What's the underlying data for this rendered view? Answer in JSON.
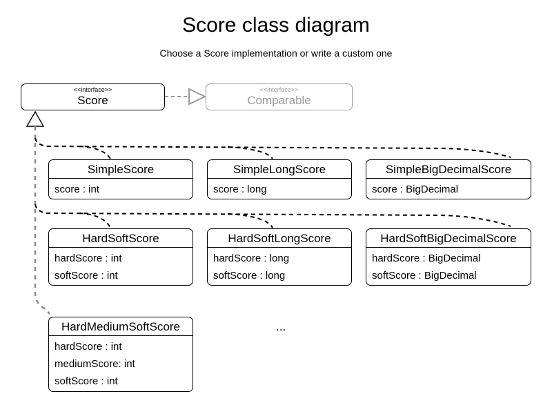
{
  "title": "Score class diagram",
  "subtitle": "Choose a Score implementation or write a custom one",
  "interfaces": [
    {
      "stereotype": "<<interface>>",
      "name": "Score"
    },
    {
      "stereotype": "<<interface>>",
      "name": "Comparable"
    }
  ],
  "classes": [
    {
      "name": "SimpleScore",
      "attributes": [
        "score : int"
      ]
    },
    {
      "name": "SimpleLongScore",
      "attributes": [
        "score : long"
      ]
    },
    {
      "name": "SimpleBigDecimalScore",
      "attributes": [
        "score : BigDecimal"
      ]
    },
    {
      "name": "HardSoftScore",
      "attributes": [
        "hardScore : int",
        "softScore : int"
      ]
    },
    {
      "name": "HardSoftLongScore",
      "attributes": [
        "hardScore : long",
        "softScore : long"
      ]
    },
    {
      "name": "HardSoftBigDecimalScore",
      "attributes": [
        "hardScore : BigDecimal",
        "softScore : BigDecimal"
      ]
    },
    {
      "name": "HardMediumSoftScore",
      "attributes": [
        "hardScore : int",
        "mediumScore: int",
        "softScore : int"
      ]
    }
  ],
  "more_indicator": "...",
  "colors": {
    "line": "#000000",
    "grayed": "#9a9a9a",
    "inheritance_line": "#8a8a8a",
    "background": "#ffffff"
  }
}
